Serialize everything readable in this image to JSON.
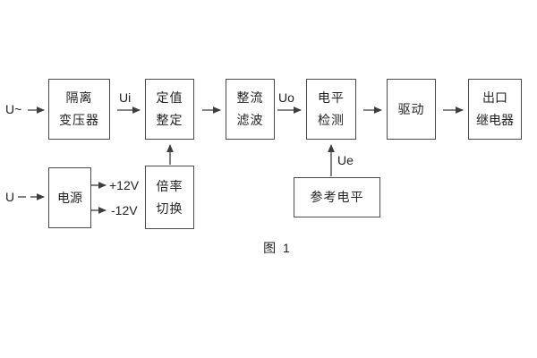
{
  "diagram": {
    "caption": "图 1",
    "blocks": {
      "isolation_transformer": {
        "line1": "隔离",
        "line2": "变压器"
      },
      "setting_adjust": {
        "line1": "定值",
        "line2": "整定"
      },
      "rectifier_filter": {
        "line1": "整流",
        "line2": "滤波"
      },
      "level_detect": {
        "line1": "电平",
        "line2": "检测"
      },
      "driver": {
        "label": "驱动"
      },
      "output_relay": {
        "line1": "出口",
        "line2": "继电器"
      },
      "power_supply": {
        "label": "电源"
      },
      "ratio_switch": {
        "line1": "倍率",
        "line2": "切换"
      },
      "reference_level": {
        "label": "参考电平"
      }
    },
    "signals": {
      "ac_input": "U~",
      "dc_input": "U",
      "ui": "Ui",
      "uo": "Uo",
      "ue": "Ue",
      "plus_12v": "+12V",
      "minus_12v": "-12V"
    },
    "colors": {
      "line": "#3d3d3d",
      "text": "#222222",
      "background": "#ffffff"
    }
  }
}
